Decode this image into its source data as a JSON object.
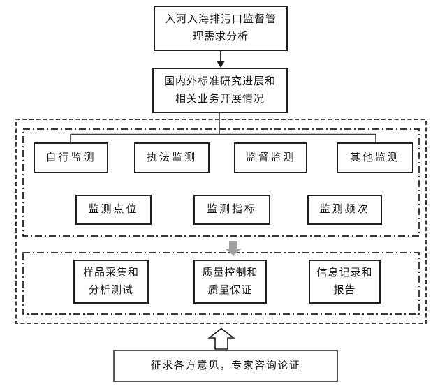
{
  "flow": {
    "demand_box": "入河入海排污口监督管\n理需求分析",
    "standards_box": "国内外标准研究进展和\n相关业务开展情况",
    "monitoring_types": [
      "自行监测",
      "执法监测",
      "监督监测",
      "其他监测"
    ],
    "monitoring_elements": [
      "监测点位",
      "监测指标",
      "监测频次"
    ],
    "qc_steps": [
      "样品采集和\n分析测试",
      "质量控制和\n质量保证",
      "信息记录和\n报告"
    ],
    "consultation_box": "征求各方意见，专家咨询论证"
  },
  "icons": {
    "flow_arrow": "down-arrow-icon",
    "process_arrow": "block-down-arrow-icon",
    "feedback_arrow": "hollow-up-arrow-icon"
  },
  "colors": {
    "line": "#1c1c1c",
    "box_border": "#1f1f1f",
    "bottom_box_border": "#5a5a5a",
    "block_arrow_fill": "#a0a0a0",
    "text": "#141414",
    "background": "#ffffff"
  }
}
